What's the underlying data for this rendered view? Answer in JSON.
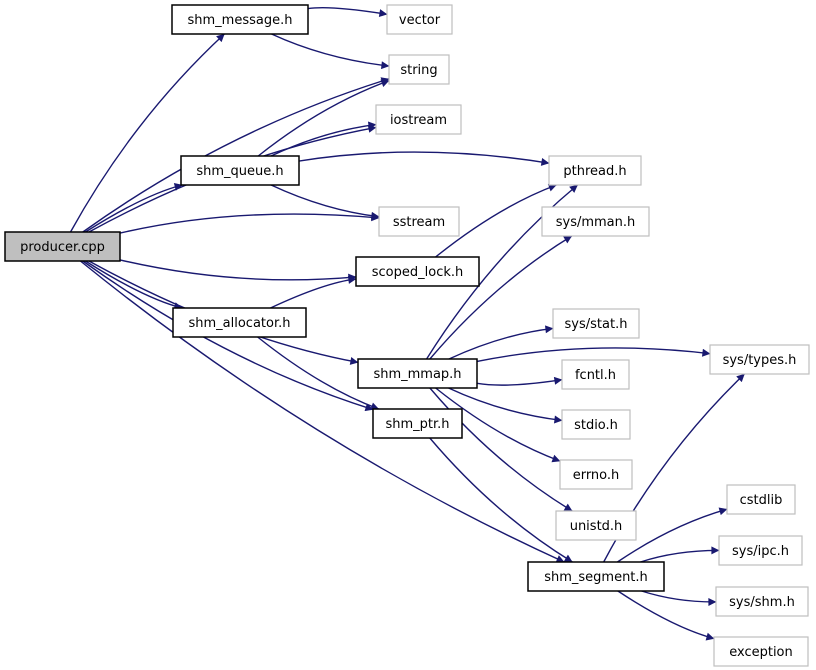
{
  "colors": {
    "edge": "#191970",
    "root_fill": "#bfbfbf",
    "local_border": "#000000",
    "system_border": "#bfbfbf"
  },
  "nodes": {
    "producer_cpp": {
      "label": "producer.cpp",
      "kind": "root"
    },
    "shm_message_h": {
      "label": "shm_message.h",
      "kind": "local"
    },
    "vector": {
      "label": "vector",
      "kind": "system"
    },
    "string": {
      "label": "string",
      "kind": "system"
    },
    "iostream": {
      "label": "iostream",
      "kind": "system"
    },
    "shm_queue_h": {
      "label": "shm_queue.h",
      "kind": "local"
    },
    "pthread_h": {
      "label": "pthread.h",
      "kind": "system"
    },
    "sstream": {
      "label": "sstream",
      "kind": "system"
    },
    "sys_mman_h": {
      "label": "sys/mman.h",
      "kind": "system"
    },
    "scoped_lock_h": {
      "label": "scoped_lock.h",
      "kind": "local"
    },
    "shm_allocator_h": {
      "label": "shm_allocator.h",
      "kind": "local"
    },
    "sys_stat_h": {
      "label": "sys/stat.h",
      "kind": "system"
    },
    "sys_types_h": {
      "label": "sys/types.h",
      "kind": "system"
    },
    "shm_mmap_h": {
      "label": "shm_mmap.h",
      "kind": "local"
    },
    "fcntl_h": {
      "label": "fcntl.h",
      "kind": "system"
    },
    "shm_ptr_h": {
      "label": "shm_ptr.h",
      "kind": "local"
    },
    "stdio_h": {
      "label": "stdio.h",
      "kind": "system"
    },
    "errno_h": {
      "label": "errno.h",
      "kind": "system"
    },
    "cstdlib": {
      "label": "cstdlib",
      "kind": "system"
    },
    "unistd_h": {
      "label": "unistd.h",
      "kind": "system"
    },
    "sys_ipc_h": {
      "label": "sys/ipc.h",
      "kind": "system"
    },
    "shm_segment_h": {
      "label": "shm_segment.h",
      "kind": "local"
    },
    "sys_shm_h": {
      "label": "sys/shm.h",
      "kind": "system"
    },
    "exception": {
      "label": "exception",
      "kind": "system"
    }
  },
  "edges": [
    [
      "producer_cpp",
      "shm_message_h"
    ],
    [
      "producer_cpp",
      "string"
    ],
    [
      "producer_cpp",
      "iostream"
    ],
    [
      "producer_cpp",
      "shm_queue_h"
    ],
    [
      "producer_cpp",
      "sstream"
    ],
    [
      "producer_cpp",
      "scoped_lock_h"
    ],
    [
      "producer_cpp",
      "shm_allocator_h"
    ],
    [
      "producer_cpp",
      "shm_mmap_h"
    ],
    [
      "producer_cpp",
      "shm_ptr_h"
    ],
    [
      "producer_cpp",
      "shm_segment_h"
    ],
    [
      "shm_message_h",
      "vector"
    ],
    [
      "shm_message_h",
      "string"
    ],
    [
      "shm_queue_h",
      "string"
    ],
    [
      "shm_queue_h",
      "iostream"
    ],
    [
      "shm_queue_h",
      "pthread_h"
    ],
    [
      "shm_queue_h",
      "sstream"
    ],
    [
      "scoped_lock_h",
      "pthread_h"
    ],
    [
      "shm_allocator_h",
      "scoped_lock_h"
    ],
    [
      "shm_allocator_h",
      "shm_ptr_h"
    ],
    [
      "shm_mmap_h",
      "pthread_h"
    ],
    [
      "shm_mmap_h",
      "sys_mman_h"
    ],
    [
      "shm_mmap_h",
      "sys_types_h"
    ],
    [
      "shm_mmap_h",
      "sys_stat_h"
    ],
    [
      "shm_mmap_h",
      "fcntl_h"
    ],
    [
      "shm_mmap_h",
      "stdio_h"
    ],
    [
      "shm_mmap_h",
      "errno_h"
    ],
    [
      "shm_mmap_h",
      "unistd_h"
    ],
    [
      "shm_ptr_h",
      "shm_segment_h"
    ],
    [
      "shm_segment_h",
      "sys_types_h"
    ],
    [
      "shm_segment_h",
      "cstdlib"
    ],
    [
      "shm_segment_h",
      "sys_ipc_h"
    ],
    [
      "shm_segment_h",
      "sys_shm_h"
    ],
    [
      "shm_segment_h",
      "exception"
    ]
  ]
}
